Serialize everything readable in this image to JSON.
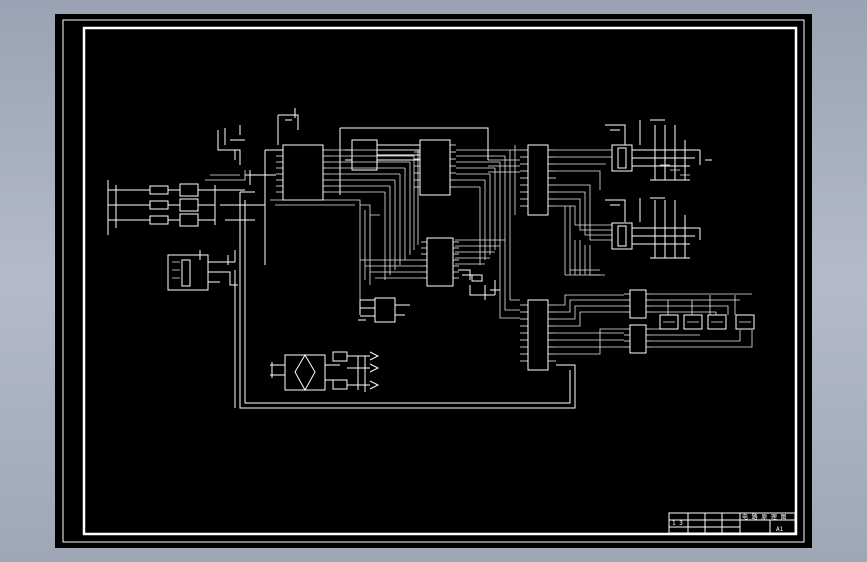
{
  "window": {
    "viewport_background": "#a7b0bf",
    "sheet_background": "#000000",
    "line_color": "#ffffff"
  },
  "title_block": {
    "label_left": "1 3",
    "drawing_title": "电 路 原 理 图",
    "sheet_code": "A1"
  }
}
